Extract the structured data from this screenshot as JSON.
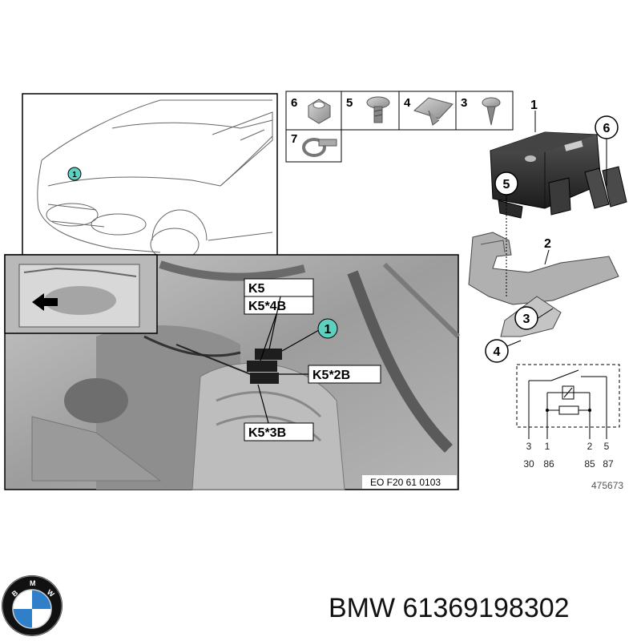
{
  "parts_grid": [
    {
      "num": "6"
    },
    {
      "num": "5"
    },
    {
      "num": "4"
    },
    {
      "num": "3"
    },
    {
      "num": "7"
    }
  ],
  "callouts": {
    "relay": "1",
    "bracket": "2",
    "screw_small": "3",
    "clip": "4",
    "screw": "5",
    "nut": "6",
    "car_marker": "1",
    "engine_marker": "1"
  },
  "connector_labels": [
    "K5",
    "K5*4B",
    "K5*2B",
    "K5*3B"
  ],
  "figure_code": "EO F20 61 0103",
  "diagram_id": "475673",
  "pins": {
    "terminals": [
      "3",
      "1",
      "2",
      "5"
    ],
    "functions": [
      "30",
      "86",
      "85",
      "87"
    ]
  },
  "footer": {
    "brand": "BMW",
    "part_number": "61369198302",
    "logo_letters": "B M W"
  },
  "colors": {
    "marker_fill": "#5fd0c0",
    "photo_gray": "#a8a8a8",
    "logo_blue": "#2f80c8"
  }
}
